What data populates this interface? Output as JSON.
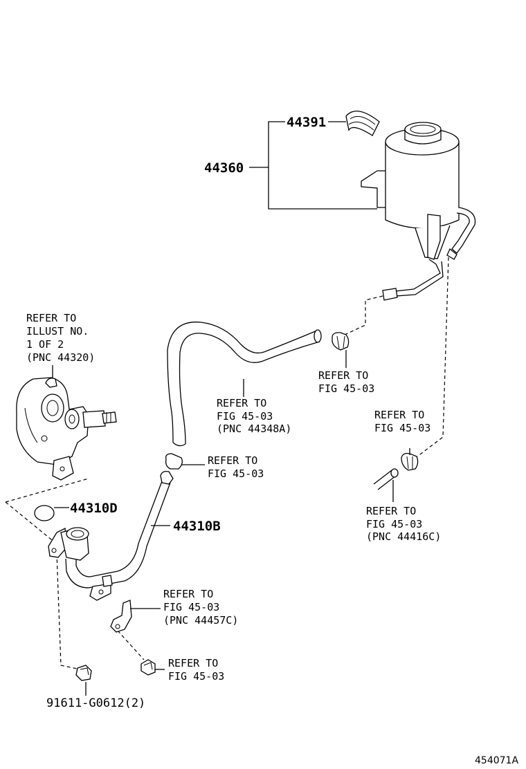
{
  "labels": {
    "p44391": "44391",
    "p44360": "44360",
    "p44310D": "44310D",
    "p44310B": "44310B",
    "bolt": "91611-G0612(2)",
    "illustration_number": "454071A"
  },
  "notes": {
    "pump_ref": [
      "REFER TO",
      "ILLUST NO.",
      "1 OF 2",
      "(PNC 44320)"
    ],
    "clamp_right": [
      "REFER TO",
      "FIG 45-03"
    ],
    "hose_ref": [
      "REFER TO",
      "FIG 45-03",
      "(PNC 44348A)"
    ],
    "clamp_mid": [
      "REFER TO",
      "FIG 45-03"
    ],
    "clamp_far_right": [
      "REFER TO",
      "FIG 45-03"
    ],
    "pipe_ref": [
      "REFER TO",
      "FIG 45-03",
      "(PNC 44416C)"
    ],
    "bracket_ref": [
      "REFER TO",
      "FIG 45-03",
      "(PNC 44457C)"
    ],
    "bolt_ref": [
      "REFER TO",
      "FIG 45-03"
    ]
  }
}
